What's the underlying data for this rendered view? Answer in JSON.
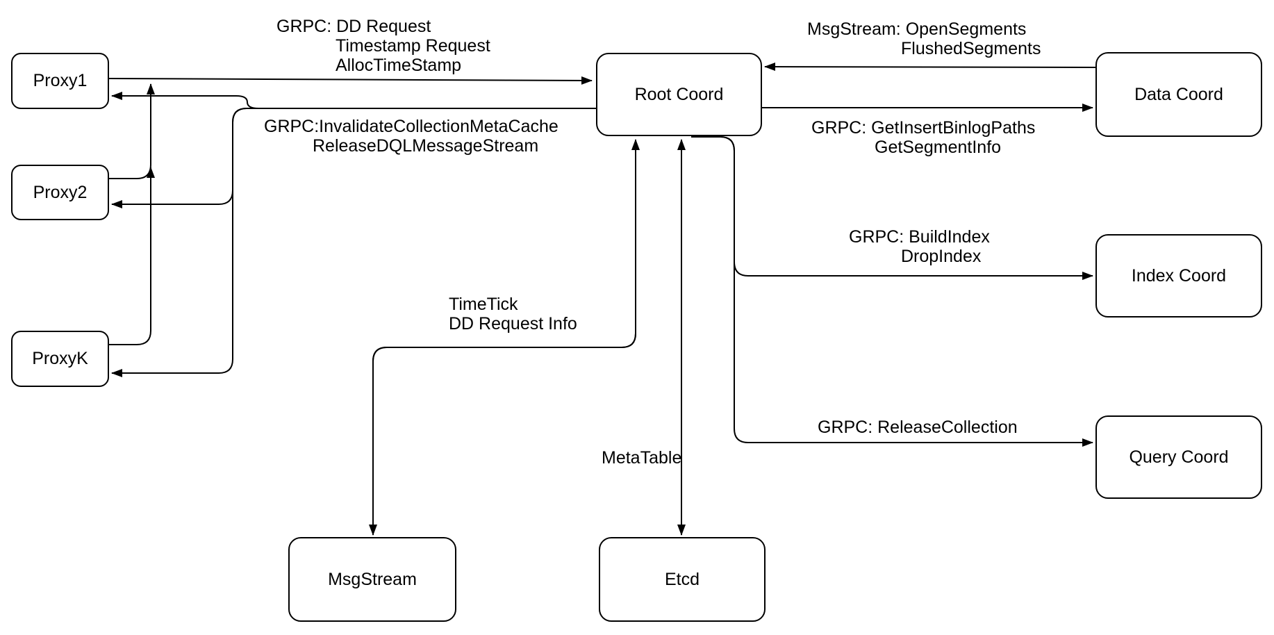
{
  "diagram": {
    "description": "Milvus Root Coord architecture diagram",
    "colors": {
      "background": "#ffffff",
      "stroke": "#000000",
      "box_fill": "#ffffff",
      "text": "#000000"
    }
  },
  "nodes": {
    "proxy1": {
      "label": "Proxy1"
    },
    "proxy2": {
      "label": "Proxy2"
    },
    "proxyk": {
      "label": "ProxyK"
    },
    "root": {
      "label": "Root Coord"
    },
    "data": {
      "label": "Data Coord"
    },
    "index": {
      "label": "Index Coord"
    },
    "query": {
      "label": "Query Coord"
    },
    "msgstream": {
      "label": "MsgStream"
    },
    "etcd": {
      "label": "Etcd"
    }
  },
  "edge_labels": {
    "proxy_to_root": {
      "line1": "GRPC: DD Request",
      "line2": "Timestamp Request",
      "line3": "AllocTimeStamp"
    },
    "root_to_proxies": {
      "line1": "GRPC:InvalidateCollectionMetaCache",
      "line2": "ReleaseDQLMessageStream"
    },
    "data_to_root": {
      "line1": "MsgStream: OpenSegments",
      "line2": "FlushedSegments"
    },
    "root_to_data": {
      "line1": "GRPC: GetInsertBinlogPaths",
      "line2": "GetSegmentInfo"
    },
    "root_to_index": {
      "line1": "GRPC: BuildIndex",
      "line2": "DropIndex"
    },
    "root_to_query": {
      "line1": "GRPC: ReleaseCollection"
    },
    "root_to_msgstream": {
      "line1": "TimeTick",
      "line2": "DD Request Info"
    },
    "root_to_etcd": {
      "line1": "MetaTable"
    }
  }
}
